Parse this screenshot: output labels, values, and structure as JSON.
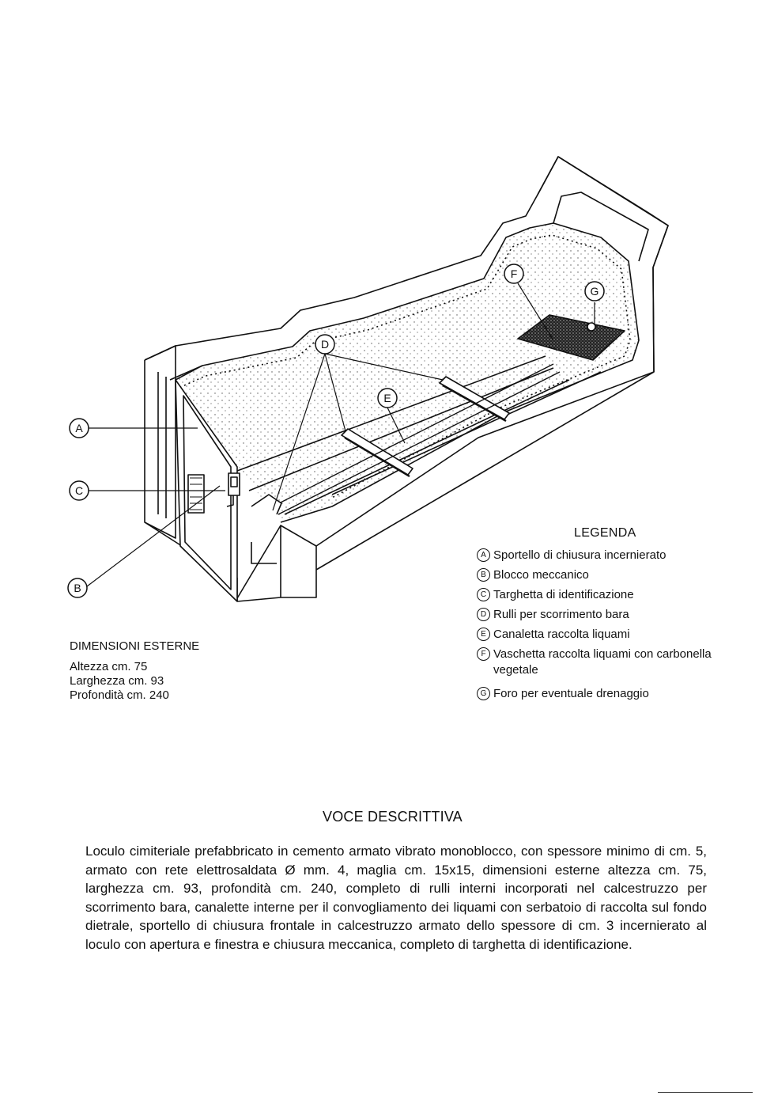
{
  "callouts": {
    "a": "A",
    "b": "B",
    "c": "C",
    "d": "D",
    "e": "E",
    "f": "F",
    "g": "G"
  },
  "legend": {
    "title": "LEGENDA",
    "items": [
      {
        "key": "A",
        "text": "Sportello di chiusura incernierato"
      },
      {
        "key": "B",
        "text": "Blocco meccanico"
      },
      {
        "key": "C",
        "text": "Targhetta di identificazione"
      },
      {
        "key": "D",
        "text": "Rulli per scorrimento bara"
      },
      {
        "key": "E",
        "text": "Canaletta raccolta liquami"
      },
      {
        "key": "F",
        "text": "Vaschetta raccolta liquami con carbonella vegetale"
      },
      {
        "key": "G",
        "text": "Foro per eventuale drenaggio"
      }
    ]
  },
  "dimensions": {
    "title": "DIMENSIONI ESTERNE",
    "height": "Altezza cm. 75",
    "width": "Larghezza cm. 93",
    "depth": "Profondità cm. 240"
  },
  "description": {
    "title": "VOCE DESCRITTIVA",
    "body": "Loculo cimiteriale prefabbricato in cemento armato vibrato monoblocco, con spessore minimo di cm. 5, armato con rete elettrosaldata Ø mm. 4, maglia cm. 15x15, dimensioni esterne altezza cm. 75, larghezza cm. 93, profondità cm. 240, completo di rulli interni incorporati nel calcestruzzo per scorrimento bara, canalette interne per il convogliamento dei liquami con serbatoio di raccolta sul fondo dietrale, sportello di chiusura frontale in calcestruzzo armato dello spessore di cm. 3 incernierato al loculo con apertura e finestra e chiusura meccanica, completo di targhetta di identificazione."
  }
}
